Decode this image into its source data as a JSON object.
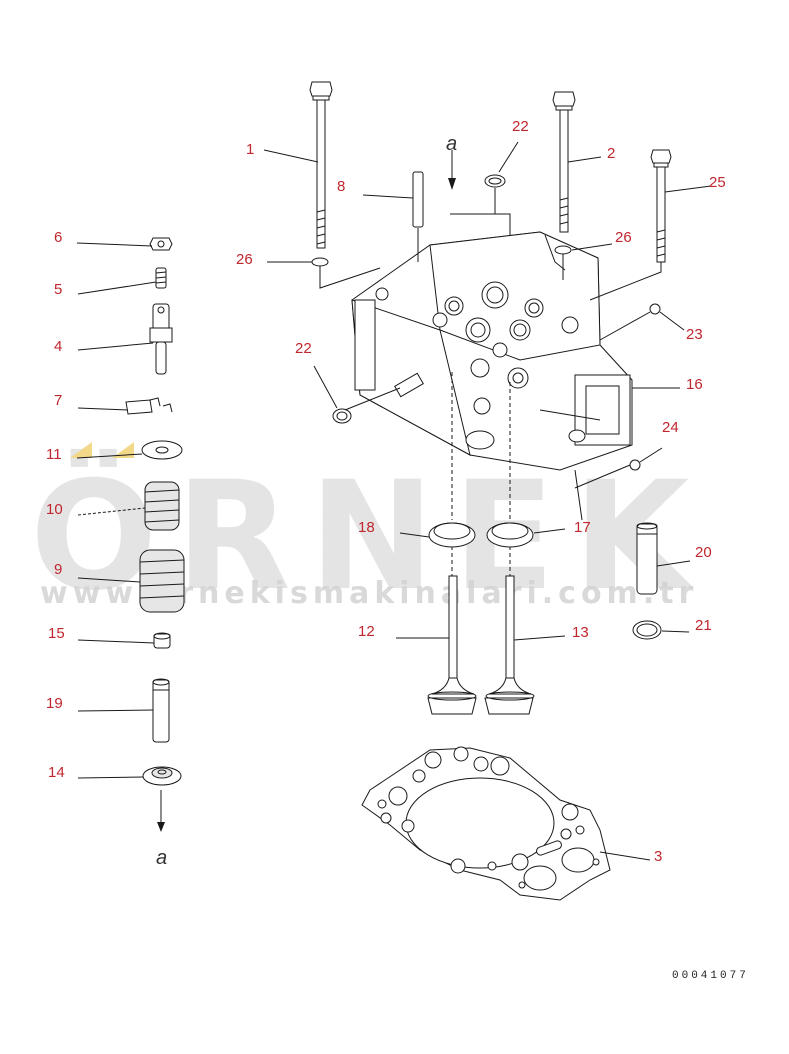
{
  "callouts": {
    "c1": "1",
    "c2": "2",
    "c3": "3",
    "c4": "4",
    "c5": "5",
    "c6": "6",
    "c7": "7",
    "c8": "8",
    "c9": "9",
    "c10": "10",
    "c11": "11",
    "c12": "12",
    "c13": "13",
    "c14": "14",
    "c15": "15",
    "c16": "16",
    "c17": "17",
    "c18": "18",
    "c19": "19",
    "c20": "20",
    "c21": "21",
    "c22a": "22",
    "c22b": "22",
    "c23": "23",
    "c24": "24",
    "c25": "25",
    "c26a": "26",
    "c26b": "26"
  },
  "refs": {
    "top": "a",
    "bottom": "a"
  },
  "watermark": {
    "brand": "ÖRNEK",
    "url": "www.ornekismakinalari.com.tr"
  },
  "drawing_code": "00041077",
  "colors": {
    "callout": "#c0262d",
    "line": "#1a1a1a",
    "watermark": "#d9d9d9"
  }
}
